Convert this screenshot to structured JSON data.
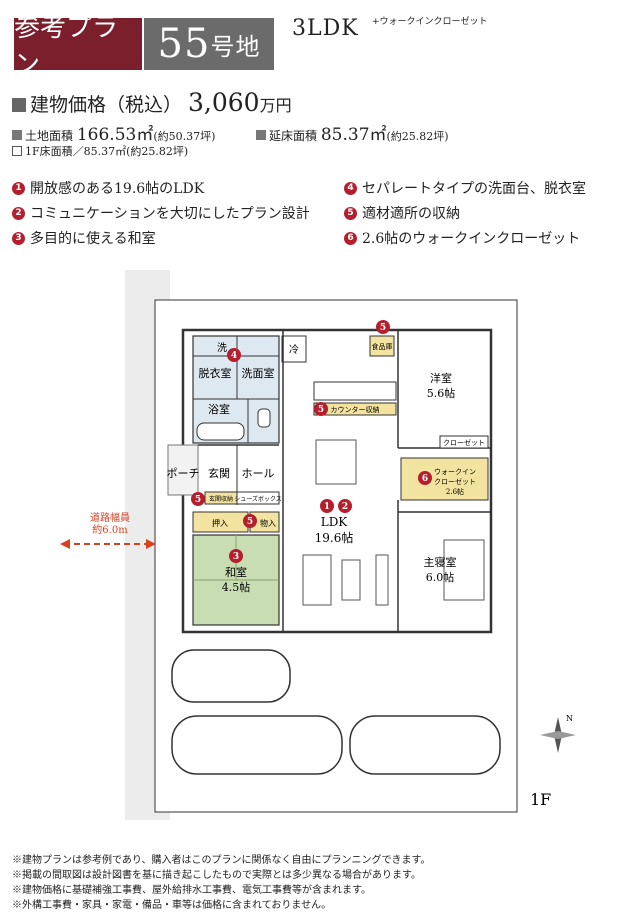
{
  "header": {
    "plan_label": "参考プラン",
    "lot_number": "55",
    "lot_suffix": "号地",
    "layout_type": "3LDK",
    "layout_extra": "+ウォークインクローゼット"
  },
  "price": {
    "label": "建物価格（税込）",
    "value": "3,060",
    "unit": "万円"
  },
  "areas": {
    "land_label": "土地面積",
    "land_value": "166.53㎡",
    "land_tsubo": "(約50.37坪)",
    "floor_label": "延床面積",
    "floor_value": "85.37㎡",
    "floor_tsubo": "(約25.82坪)",
    "first_floor": "1F床面積／85.37㎡(約25.82坪)"
  },
  "features": [
    {
      "num": "1",
      "text": "開放感のある19.6帖のLDK"
    },
    {
      "num": "2",
      "text": "コミュニケーションを大切にしたプラン設計"
    },
    {
      "num": "3",
      "text": "多目的に使える和室"
    },
    {
      "num": "4",
      "text": "セパレートタイプの洗面台、脱衣室"
    },
    {
      "num": "5",
      "text": "適材適所の収納"
    },
    {
      "num": "6",
      "text": "2.6帖のウォークインクローゼット"
    }
  ],
  "floorplan": {
    "road_label": "道路幅員",
    "road_width": "約6.0m",
    "floor_label": "1F",
    "north_label": "N",
    "rooms": {
      "wash": "洗",
      "refrigerator": "冷",
      "pantry": "食品庫",
      "dressing": "脱衣室",
      "washroom": "洗面室",
      "bath": "浴室",
      "counter_storage": "カウンター収納",
      "western_room": "洋室",
      "western_size": "5.6帖",
      "closet": "クローゼット",
      "wic": "ウォークイン",
      "wic2": "クローゼット",
      "wic_size": "2.6帖",
      "porch": "ポーチ",
      "entrance": "玄関",
      "hall": "ホール",
      "entrance_storage": "玄関収納",
      "shoe_box": "シューズボックス",
      "closet_oshiire": "押入",
      "storage": "物入",
      "ldk": "LDK",
      "ldk_size": "19.6帖",
      "japanese_room": "和室",
      "japanese_size": "4.5帖",
      "master_bedroom": "主寝室",
      "master_size": "6.0帖"
    },
    "markers": [
      "1",
      "2",
      "3",
      "4",
      "5",
      "6"
    ]
  },
  "notes": [
    "※建物プランは参考例であり、購入者はこのプランに関係なく自由にプランニングできます。",
    "※掲載の間取図は設計図書を基に描き起こしたもので実際とは多少異なる場合があります。",
    "※建物価格に基礎補強工事費、屋外給排水工事費、電気工事費等が含まれます。",
    "※外構工事費・家具・家電・備品・車等は価格に含まれておりません。"
  ],
  "colors": {
    "accent": "#7a1f2b",
    "badge_gray": "#6b6b6b",
    "marker_red": "#b51e2d",
    "storage_yellow": "#f3e3a0",
    "tatami_green": "#c9ddb2",
    "wet_area_blue": "#dde8f0"
  }
}
